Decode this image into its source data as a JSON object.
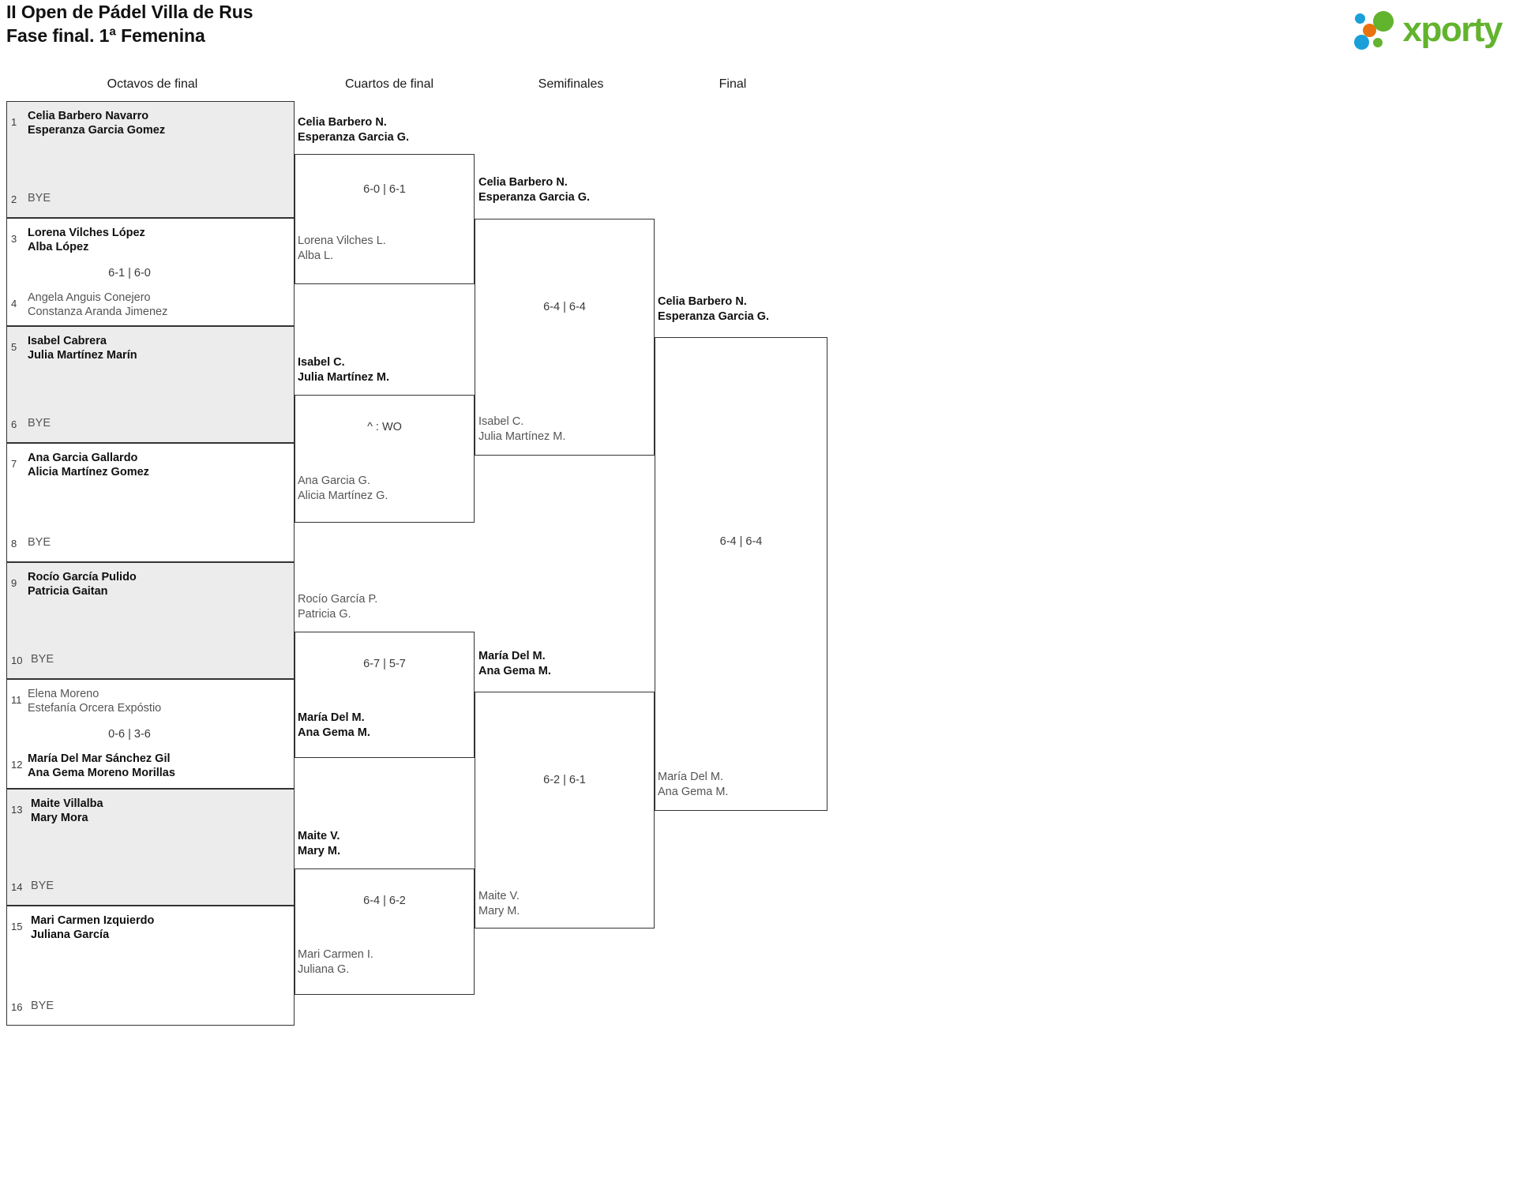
{
  "header": {
    "title_line1": "II Open de Pádel Villa de Rus",
    "title_line2": "Fase final. 1ª Femenina",
    "logo_text": "xporty",
    "logo_colors": {
      "green": "#62b32e",
      "orange": "#e8730d",
      "blue": "#1a9fd9"
    }
  },
  "rounds": [
    {
      "label": "Octavos de final"
    },
    {
      "label": "Cuartos de final"
    },
    {
      "label": "Semifinales"
    },
    {
      "label": "Final"
    }
  ],
  "octavos": {
    "slots": [
      {
        "seed": "1",
        "line1": "Celia Barbero Navarro",
        "line2": "Esperanza Garcia Gomez",
        "state": "win",
        "bye": false
      },
      {
        "seed": "2",
        "line1": "BYE",
        "line2": "",
        "state": "bye",
        "bye": true
      },
      {
        "seed": "3",
        "line1": "Lorena Vilches López",
        "line2": "Alba López",
        "state": "win",
        "bye": false
      },
      {
        "seed": "4",
        "line1": "Angela Anguis Conejero",
        "line2": "Constanza Aranda Jimenez",
        "state": "lose",
        "bye": false
      },
      {
        "seed": "5",
        "line1": "Isabel Cabrera",
        "line2": "Julia Martínez Marín",
        "state": "win",
        "bye": false
      },
      {
        "seed": "6",
        "line1": "BYE",
        "line2": "",
        "state": "bye",
        "bye": true
      },
      {
        "seed": "7",
        "line1": "Ana Garcia Gallardo",
        "line2": "Alicia Martínez Gomez",
        "state": "win",
        "bye": false
      },
      {
        "seed": "8",
        "line1": "BYE",
        "line2": "",
        "state": "bye",
        "bye": true
      },
      {
        "seed": "9",
        "line1": "Rocío García Pulido",
        "line2": "Patricia Gaitan",
        "state": "win",
        "bye": false
      },
      {
        "seed": "10",
        "line1": "BYE",
        "line2": "",
        "state": "bye",
        "bye": true
      },
      {
        "seed": "11",
        "line1": "Elena Moreno",
        "line2": "Estefanía Orcera Expóstio",
        "state": "lose",
        "bye": false
      },
      {
        "seed": "12",
        "line1": "María Del Mar Sánchez Gil",
        "line2": "Ana Gema Moreno Morillas",
        "state": "win",
        "bye": false
      },
      {
        "seed": "13",
        "line1": "Maite Villalba",
        "line2": "Mary Mora",
        "state": "win",
        "bye": false
      },
      {
        "seed": "14",
        "line1": "BYE",
        "line2": "",
        "state": "bye",
        "bye": true
      },
      {
        "seed": "15",
        "line1": "Mari Carmen Izquierdo",
        "line2": "Juliana García",
        "state": "win",
        "bye": false
      },
      {
        "seed": "16",
        "line1": "BYE",
        "line2": "",
        "state": "bye",
        "bye": true
      }
    ],
    "scores": [
      {
        "pair": "3-4",
        "text": "6-1 | 6-0"
      },
      {
        "pair": "11-12",
        "text": "0-6 | 3-6"
      }
    ]
  },
  "cuartos": {
    "entries": [
      {
        "line1": "Celia Barbero N.",
        "line2": "Esperanza Garcia G.",
        "state": "win"
      },
      {
        "line1": "Lorena Vilches L.",
        "line2": "Alba L.",
        "state": "lose"
      },
      {
        "line1": "Isabel C.",
        "line2": "Julia Martínez M.",
        "state": "win"
      },
      {
        "line1": "Ana Garcia G.",
        "line2": "Alicia Martínez G.",
        "state": "lose"
      },
      {
        "line1": "Rocío García P.",
        "line2": "Patricia G.",
        "state": "lose"
      },
      {
        "line1": "María Del M.",
        "line2": "Ana Gema M.",
        "state": "win"
      },
      {
        "line1": "Maite V.",
        "line2": "Mary M.",
        "state": "win"
      },
      {
        "line1": "Mari Carmen I.",
        "line2": "Juliana G.",
        "state": "lose"
      }
    ],
    "scores": [
      {
        "text": "6-0 | 6-1"
      },
      {
        "text": "^ : WO"
      },
      {
        "text": "6-7 | 5-7"
      },
      {
        "text": "6-4 | 6-2"
      }
    ]
  },
  "semifinales": {
    "entries": [
      {
        "line1": "Celia Barbero N.",
        "line2": "Esperanza Garcia G.",
        "state": "win"
      },
      {
        "line1": "Isabel C.",
        "line2": "Julia Martínez M.",
        "state": "lose"
      },
      {
        "line1": "María Del M.",
        "line2": "Ana Gema M.",
        "state": "win"
      },
      {
        "line1": "Maite V.",
        "line2": "Mary M.",
        "state": "lose"
      }
    ],
    "scores": [
      {
        "text": "6-4 | 6-4"
      },
      {
        "text": "6-2 | 6-1"
      }
    ]
  },
  "final": {
    "entries": [
      {
        "line1": "Celia Barbero N.",
        "line2": "Esperanza Garcia G.",
        "state": "win"
      },
      {
        "line1": "María Del M.",
        "line2": "Ana Gema M.",
        "state": "lose"
      }
    ],
    "scores": [
      {
        "text": "6-4 | 6-4"
      }
    ]
  }
}
